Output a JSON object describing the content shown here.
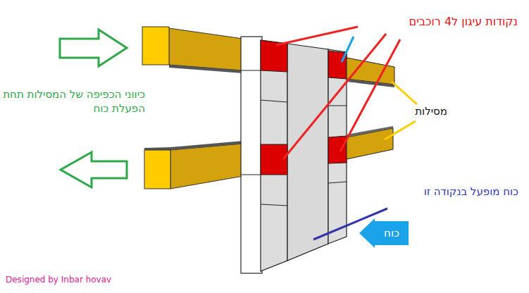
{
  "diagram": {
    "nodes": [
      {
        "text": [
          "כוח"
        ]
      }
    ],
    "labels": [
      "נקודות עיגון ל4 רוכבים",
      "כיווני הכפיפה של המסילות תחת הפעלת כוח",
      "מסילות",
      "כוח מופעל בנקודה זו",
      "Designed by Inbar hovav"
    ]
  }
}
